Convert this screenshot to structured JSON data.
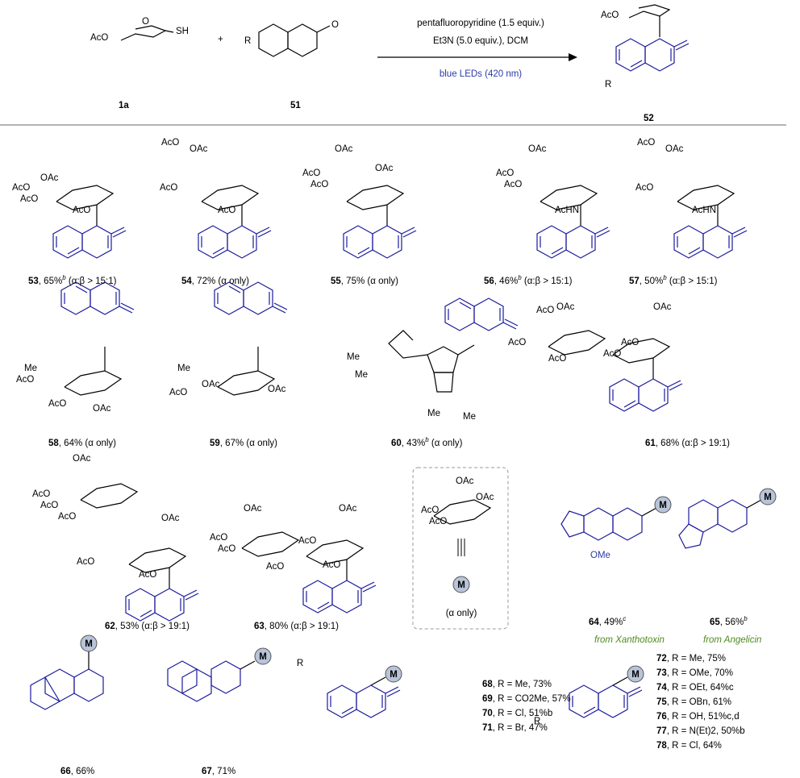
{
  "reaction": {
    "reagent1": "pentafluoropyridine (1.5 equiv.)",
    "reagent2": "Et3N (5.0 equiv.), DCM",
    "condition": "blue LEDs (420 nm)",
    "sm1_label": "1a",
    "sm2_label": "51",
    "product_label": "52",
    "plus": "+"
  },
  "atoms": {
    "aco": "AcO",
    "oac": "OAc",
    "sh": "SH",
    "r": "R",
    "o": "O",
    "me": "Me",
    "achn": "AcHN",
    "ome": "OMe",
    "m": "M",
    "triple": "|||"
  },
  "products": [
    {
      "num": "53",
      "text": ", 65%",
      "sup": "b",
      "tail": " (α:β > 15:1)"
    },
    {
      "num": "54",
      "text": ", 72% (α only)",
      "sup": "",
      "tail": ""
    },
    {
      "num": "55",
      "text": ", 75% (α only)",
      "sup": "",
      "tail": ""
    },
    {
      "num": "56",
      "text": ", 46%",
      "sup": "b",
      "tail": " (α:β > 15:1)"
    },
    {
      "num": "57",
      "text": ", 50%",
      "sup": "b",
      "tail": " (α:β > 15:1)"
    },
    {
      "num": "58",
      "text": ", 64% (α only)",
      "sup": "",
      "tail": ""
    },
    {
      "num": "59",
      "text": ", 67% (α only)",
      "sup": "",
      "tail": ""
    },
    {
      "num": "60",
      "text": ", 43%",
      "sup": "b",
      "tail": " (α only)"
    },
    {
      "num": "61",
      "text": ", 68% (α:β > 19:1)",
      "sup": "",
      "tail": ""
    },
    {
      "num": "62",
      "text": ", 53% (α:β > 19:1)",
      "sup": "",
      "tail": ""
    },
    {
      "num": "63",
      "text": ", 80% (α:β > 19:1)",
      "sup": "",
      "tail": ""
    },
    {
      "num": "64",
      "text": ", 49%",
      "sup": "c",
      "tail": ""
    },
    {
      "num": "65",
      "text": ", 56%",
      "sup": "b",
      "tail": ""
    },
    {
      "num": "66",
      "text": ", 66%",
      "sup": "",
      "tail": ""
    },
    {
      "num": "67",
      "text": ", 71%",
      "sup": "",
      "tail": ""
    }
  ],
  "sources": {
    "p64": "from Xanthotoxin",
    "p65": "from Angelicin"
  },
  "legend_box": {
    "note": "(α only)"
  },
  "series_6": [
    {
      "num": "68",
      "text": ", R = Me, 73%"
    },
    {
      "num": "69",
      "text": ", R = CO2Me, 57%"
    },
    {
      "num": "70",
      "text": ", R = Cl, 51%b"
    },
    {
      "num": "71",
      "text": ", R = Br, 47%"
    }
  ],
  "series_7": [
    {
      "num": "72",
      "text": ", R = Me, 75%"
    },
    {
      "num": "73",
      "text": ", R = OMe, 70%"
    },
    {
      "num": "74",
      "text": ", R = OEt, 64%c"
    },
    {
      "num": "75",
      "text": ", R = OBn, 61%"
    },
    {
      "num": "76",
      "text": ", R = OH, 51%c,d"
    },
    {
      "num": "77",
      "text": ", R = N(Et)2, 50%b"
    },
    {
      "num": "78",
      "text": ", R = Cl, 64%"
    }
  ]
}
